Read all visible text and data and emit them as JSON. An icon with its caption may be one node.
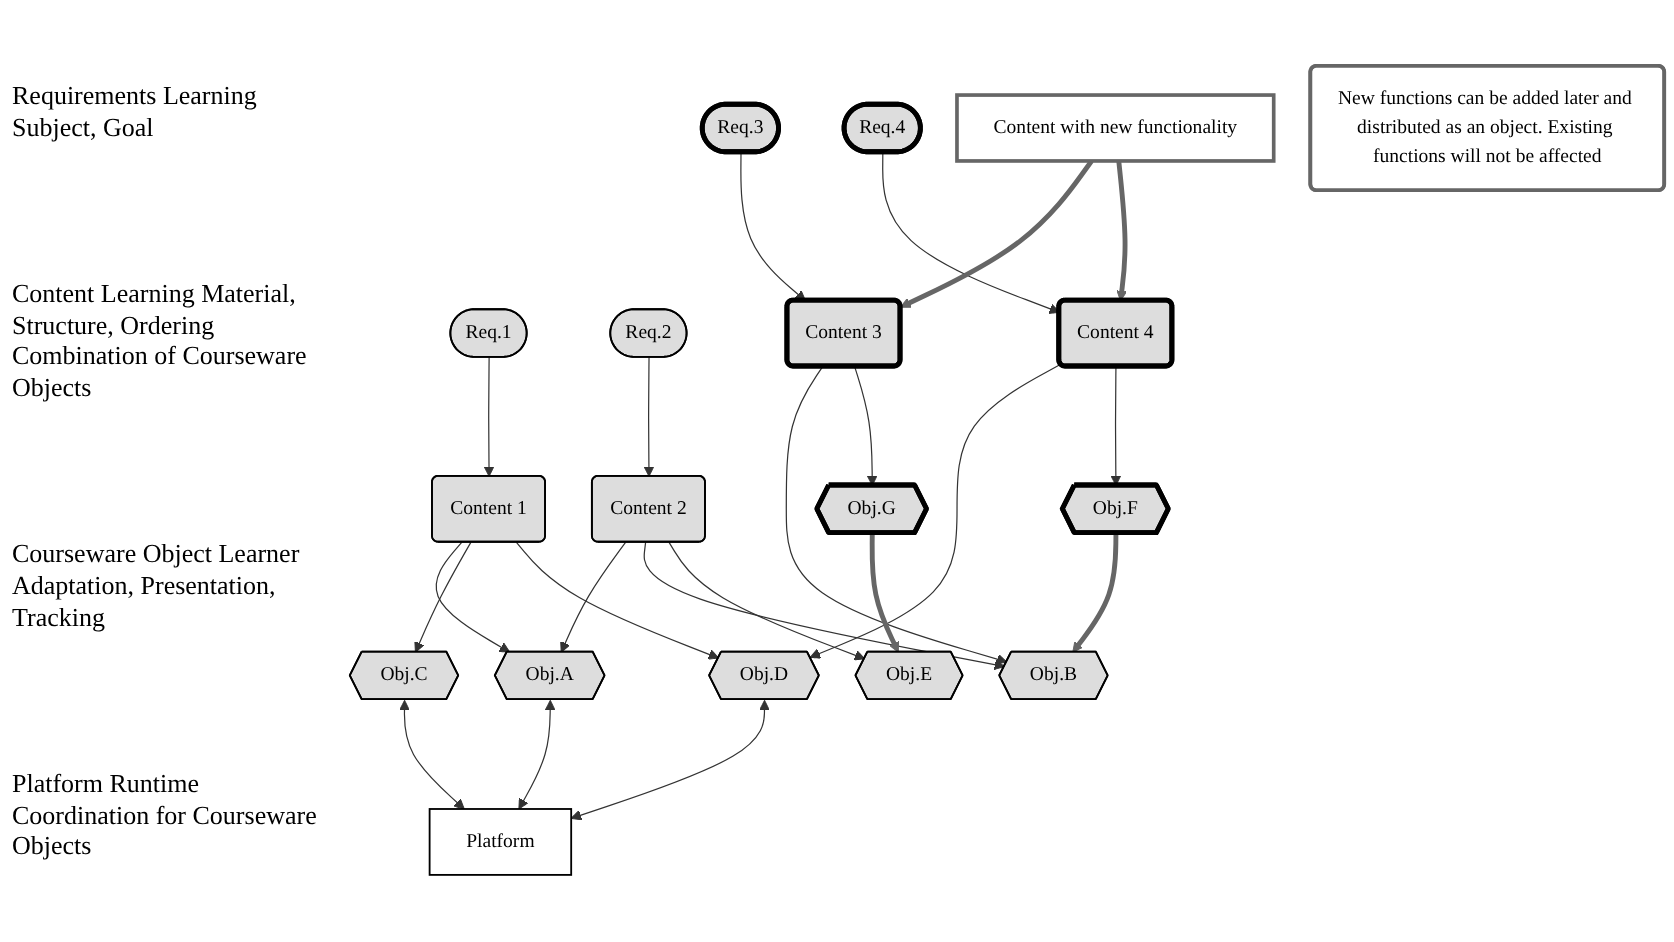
{
  "diagram": {
    "nodes": [
      {
        "text": [
          "Req.1"
        ]
      },
      {
        "text": [
          "Req.2"
        ]
      },
      {
        "text": [
          "Req.3"
        ]
      },
      {
        "text": [
          "Req.4"
        ]
      },
      {
        "text": [
          "Content 1"
        ]
      },
      {
        "text": [
          "Content 2"
        ]
      },
      {
        "text": [
          "Content 3"
        ]
      },
      {
        "text": [
          "Content 4"
        ]
      },
      {
        "text": [
          "Obj.A"
        ]
      },
      {
        "text": [
          "Obj.B"
        ]
      },
      {
        "text": [
          "Obj.C"
        ]
      },
      {
        "text": [
          "Obj.D"
        ]
      },
      {
        "text": [
          "Obj.E"
        ]
      },
      {
        "text": [
          "Obj.F"
        ]
      },
      {
        "text": [
          "Obj.G"
        ]
      },
      {
        "text": [
          "Platform"
        ]
      },
      {
        "text": [
          "Content with new functionality"
        ]
      },
      {
        "text": [
          "New functions can be added later and distributed as an object. Existing functions will not be affected"
        ]
      }
    ],
    "edges": [
      {
        "from": 0,
        "to": 4,
        "arrow": "to"
      },
      {
        "from": 1,
        "to": 5,
        "arrow": "to"
      },
      {
        "from": 2,
        "to": 6,
        "arrow": "to"
      },
      {
        "from": 3,
        "to": 7,
        "arrow": "to"
      },
      {
        "from": 4,
        "to": 8,
        "arrow": "to"
      },
      {
        "from": 4,
        "to": 10,
        "arrow": "to"
      },
      {
        "from": 4,
        "to": 11,
        "arrow": "to"
      },
      {
        "from": 5,
        "to": 8,
        "arrow": "to"
      },
      {
        "from": 5,
        "to": 9,
        "arrow": "to"
      },
      {
        "from": 5,
        "to": 12,
        "arrow": "to"
      },
      {
        "from": 6,
        "to": 9,
        "arrow": "to"
      },
      {
        "from": 6,
        "to": 14,
        "arrow": "to"
      },
      {
        "from": 7,
        "to": 11,
        "arrow": "to"
      },
      {
        "from": 7,
        "to": 13,
        "arrow": "to"
      },
      {
        "from": 10,
        "to": 15,
        "arrow": "both"
      },
      {
        "from": 8,
        "to": 15,
        "arrow": "both"
      },
      {
        "from": 11,
        "to": 15,
        "arrow": "both"
      },
      {
        "from": 13,
        "to": 9,
        "arrow": "to",
        "style": "thick",
        "color": "#666666"
      },
      {
        "from": 14,
        "to": 12,
        "arrow": "to",
        "style": "thick",
        "color": "#666666"
      },
      {
        "from": 16,
        "to": 6,
        "arrow": "to",
        "style": "thick",
        "color": "#666666"
      },
      {
        "from": 16,
        "to": 7,
        "arrow": "to",
        "style": "thick",
        "color": "#666666"
      }
    ],
    "labels": [
      "Requirements Learning Subject, Goal",
      "Content Learning Material, Structure, Ordering Combination of Courseware Objects",
      "Courseware Object Learner Adaptation, Presentation, Tracking",
      "Platform Runtime Coordination for Courseware Objects"
    ]
  }
}
